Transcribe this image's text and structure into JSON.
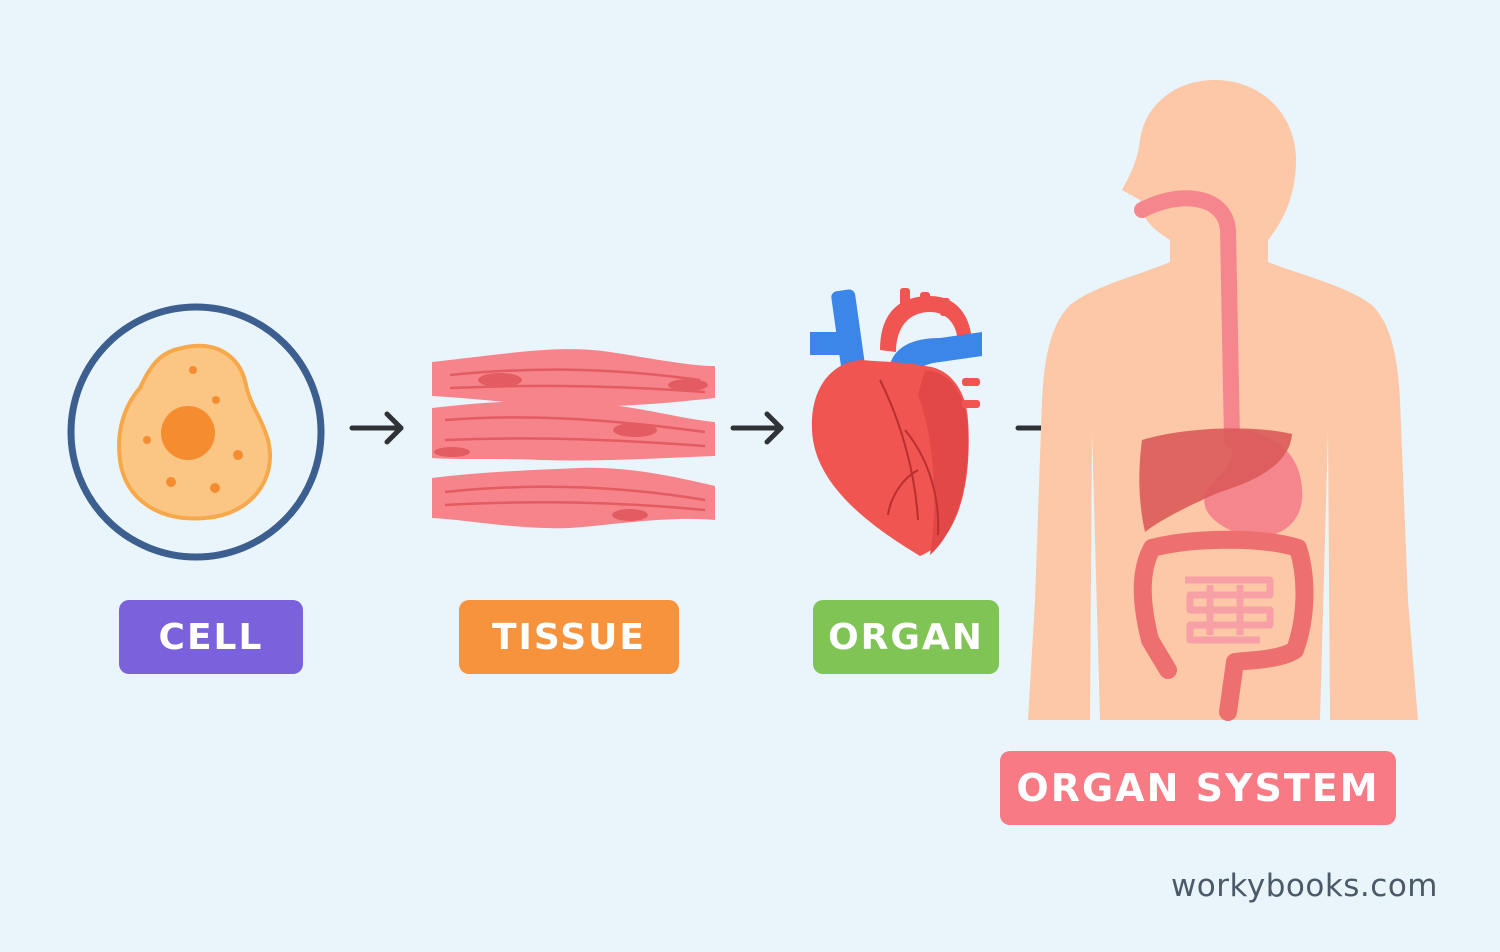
{
  "stages": [
    {
      "id": "cell",
      "label": "CELL",
      "color": "#7b62dc"
    },
    {
      "id": "tissue",
      "label": "TISSUE",
      "color": "#f7933d"
    },
    {
      "id": "organ",
      "label": "ORGAN",
      "color": "#7fc454"
    },
    {
      "id": "system",
      "label": "ORGAN SYSTEM",
      "color": "#f77a85"
    }
  ],
  "colors": {
    "background": "#e9f5fb",
    "cell_ring": "#3c5f8f",
    "cell_body": "#fbc683",
    "cell_nucleus": "#f58c30",
    "muscle": "#f7848a",
    "muscle_dark": "#e25c62",
    "heart": "#f05552",
    "vessel_blue": "#3b86e8",
    "skin": "#fcc8a7",
    "esophagus": "#f5868e",
    "liver": "#dc5a5a",
    "intestine": "#ee6f6f",
    "arrow": "#2f3336"
  },
  "icons": [
    "cell-icon",
    "muscle-tissue-icon",
    "heart-icon",
    "digestive-system-icon",
    "arrow-right-icon"
  ],
  "watermark": "workybooks.com"
}
